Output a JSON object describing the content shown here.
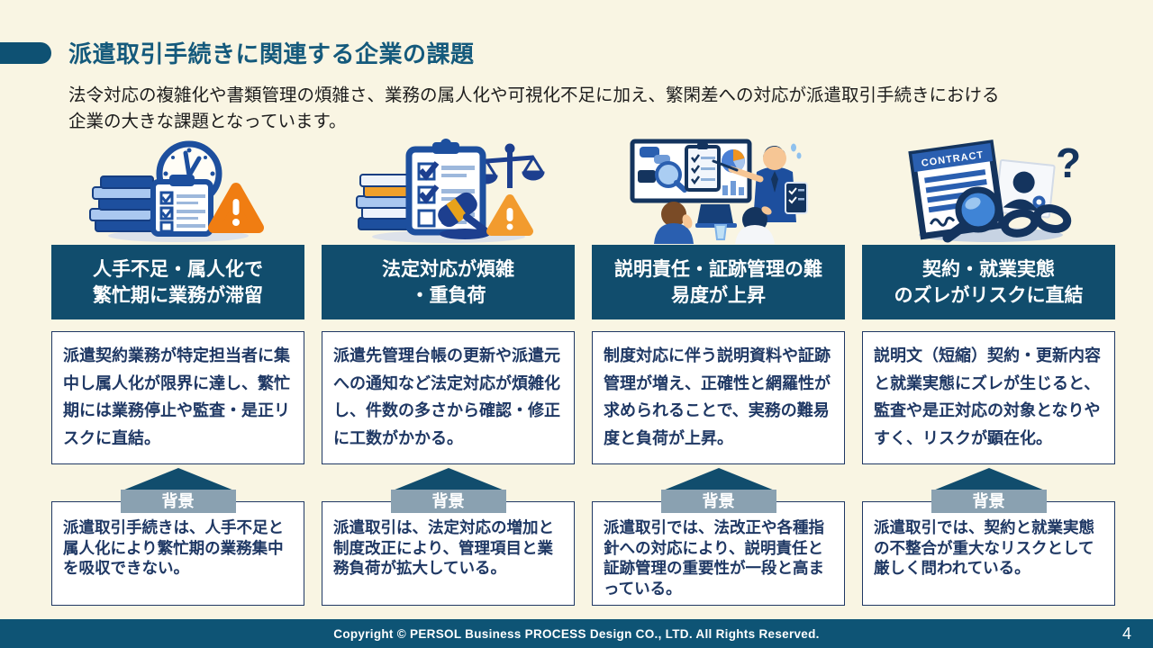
{
  "slide": {
    "title": "派遣取引手続きに関連する企業の課題",
    "subtitle_lines": [
      "法令対応の複雑化や書類管理の煩雑さ、業務の属人化や可視化不足に加え、繁閑差への対応が派遣取引手続きにおける",
      "企業の大きな課題となっています。"
    ],
    "footer_copyright": "Copyright © PERSOL Business PROCESS Design CO., LTD. All Rights Reserved.",
    "page_number": "4"
  },
  "colors": {
    "background": "#f9f5e3",
    "header_teal": "#114d6d",
    "navy_text": "#1f3864",
    "tag_gray": "#8aa1b1",
    "footer_bar": "#0e5475",
    "warning_orange": "#f07d12"
  },
  "columns": [
    {
      "icon": "overload-clock-books-warning-icon",
      "header_lines": [
        "人手不足・属人化で",
        "繁忙期に業務が滞留"
      ],
      "body": "派遣契約業務が特定担当者に集中し属人化が限界に達し、繁忙期には業務停止や監査・是正リスクに直結。",
      "tag_label": "背景",
      "background_text": "派遣取引手続きは、人手不足と属人化により繁忙期の業務集中を吸収できない。"
    },
    {
      "icon": "legal-clipboard-scale-gavel-icon",
      "header_lines": [
        "法定対応が煩雑",
        "・重負荷"
      ],
      "body": "派遣先管理台帳の更新や派遣元への通知など法定対応が煩雑化し、件数の多さから確認・修正に工数がかかる。",
      "tag_label": "背景",
      "background_text": "派遣取引は、法定対応の増加と制度改正により、管理項目と業務負荷が拡大している。"
    },
    {
      "icon": "accountability-presentation-icon",
      "header_lines": [
        "説明責任・証跡管理の難",
        "易度が上昇"
      ],
      "body": "制度対応に伴う説明資料や証跡管理が増え、正確性と網羅性が求められることで、実務の難易度と負荷が上昇。",
      "tag_label": "背景",
      "background_text": "派遣取引では、法改正や各種指針への対応により、説明責任と証跡管理の重要性が一段と高まっている。"
    },
    {
      "icon": "contract-mismatch-magnifier-icon",
      "header_lines": [
        "契約・就業実態",
        "のズレがリスクに直結"
      ],
      "body": "説明文（短縮）契約・更新内容と就業実態にズレが生じると、監査や是正対応の対象となりやすく、リスクが顕在化。",
      "tag_label": "背景",
      "background_text": "派遣取引では、契約と就業実態の不整合が重大なリスクとして厳しく問われている。"
    }
  ],
  "icon_labels": {
    "contract": "CONTRACT",
    "question_mark": "?"
  }
}
